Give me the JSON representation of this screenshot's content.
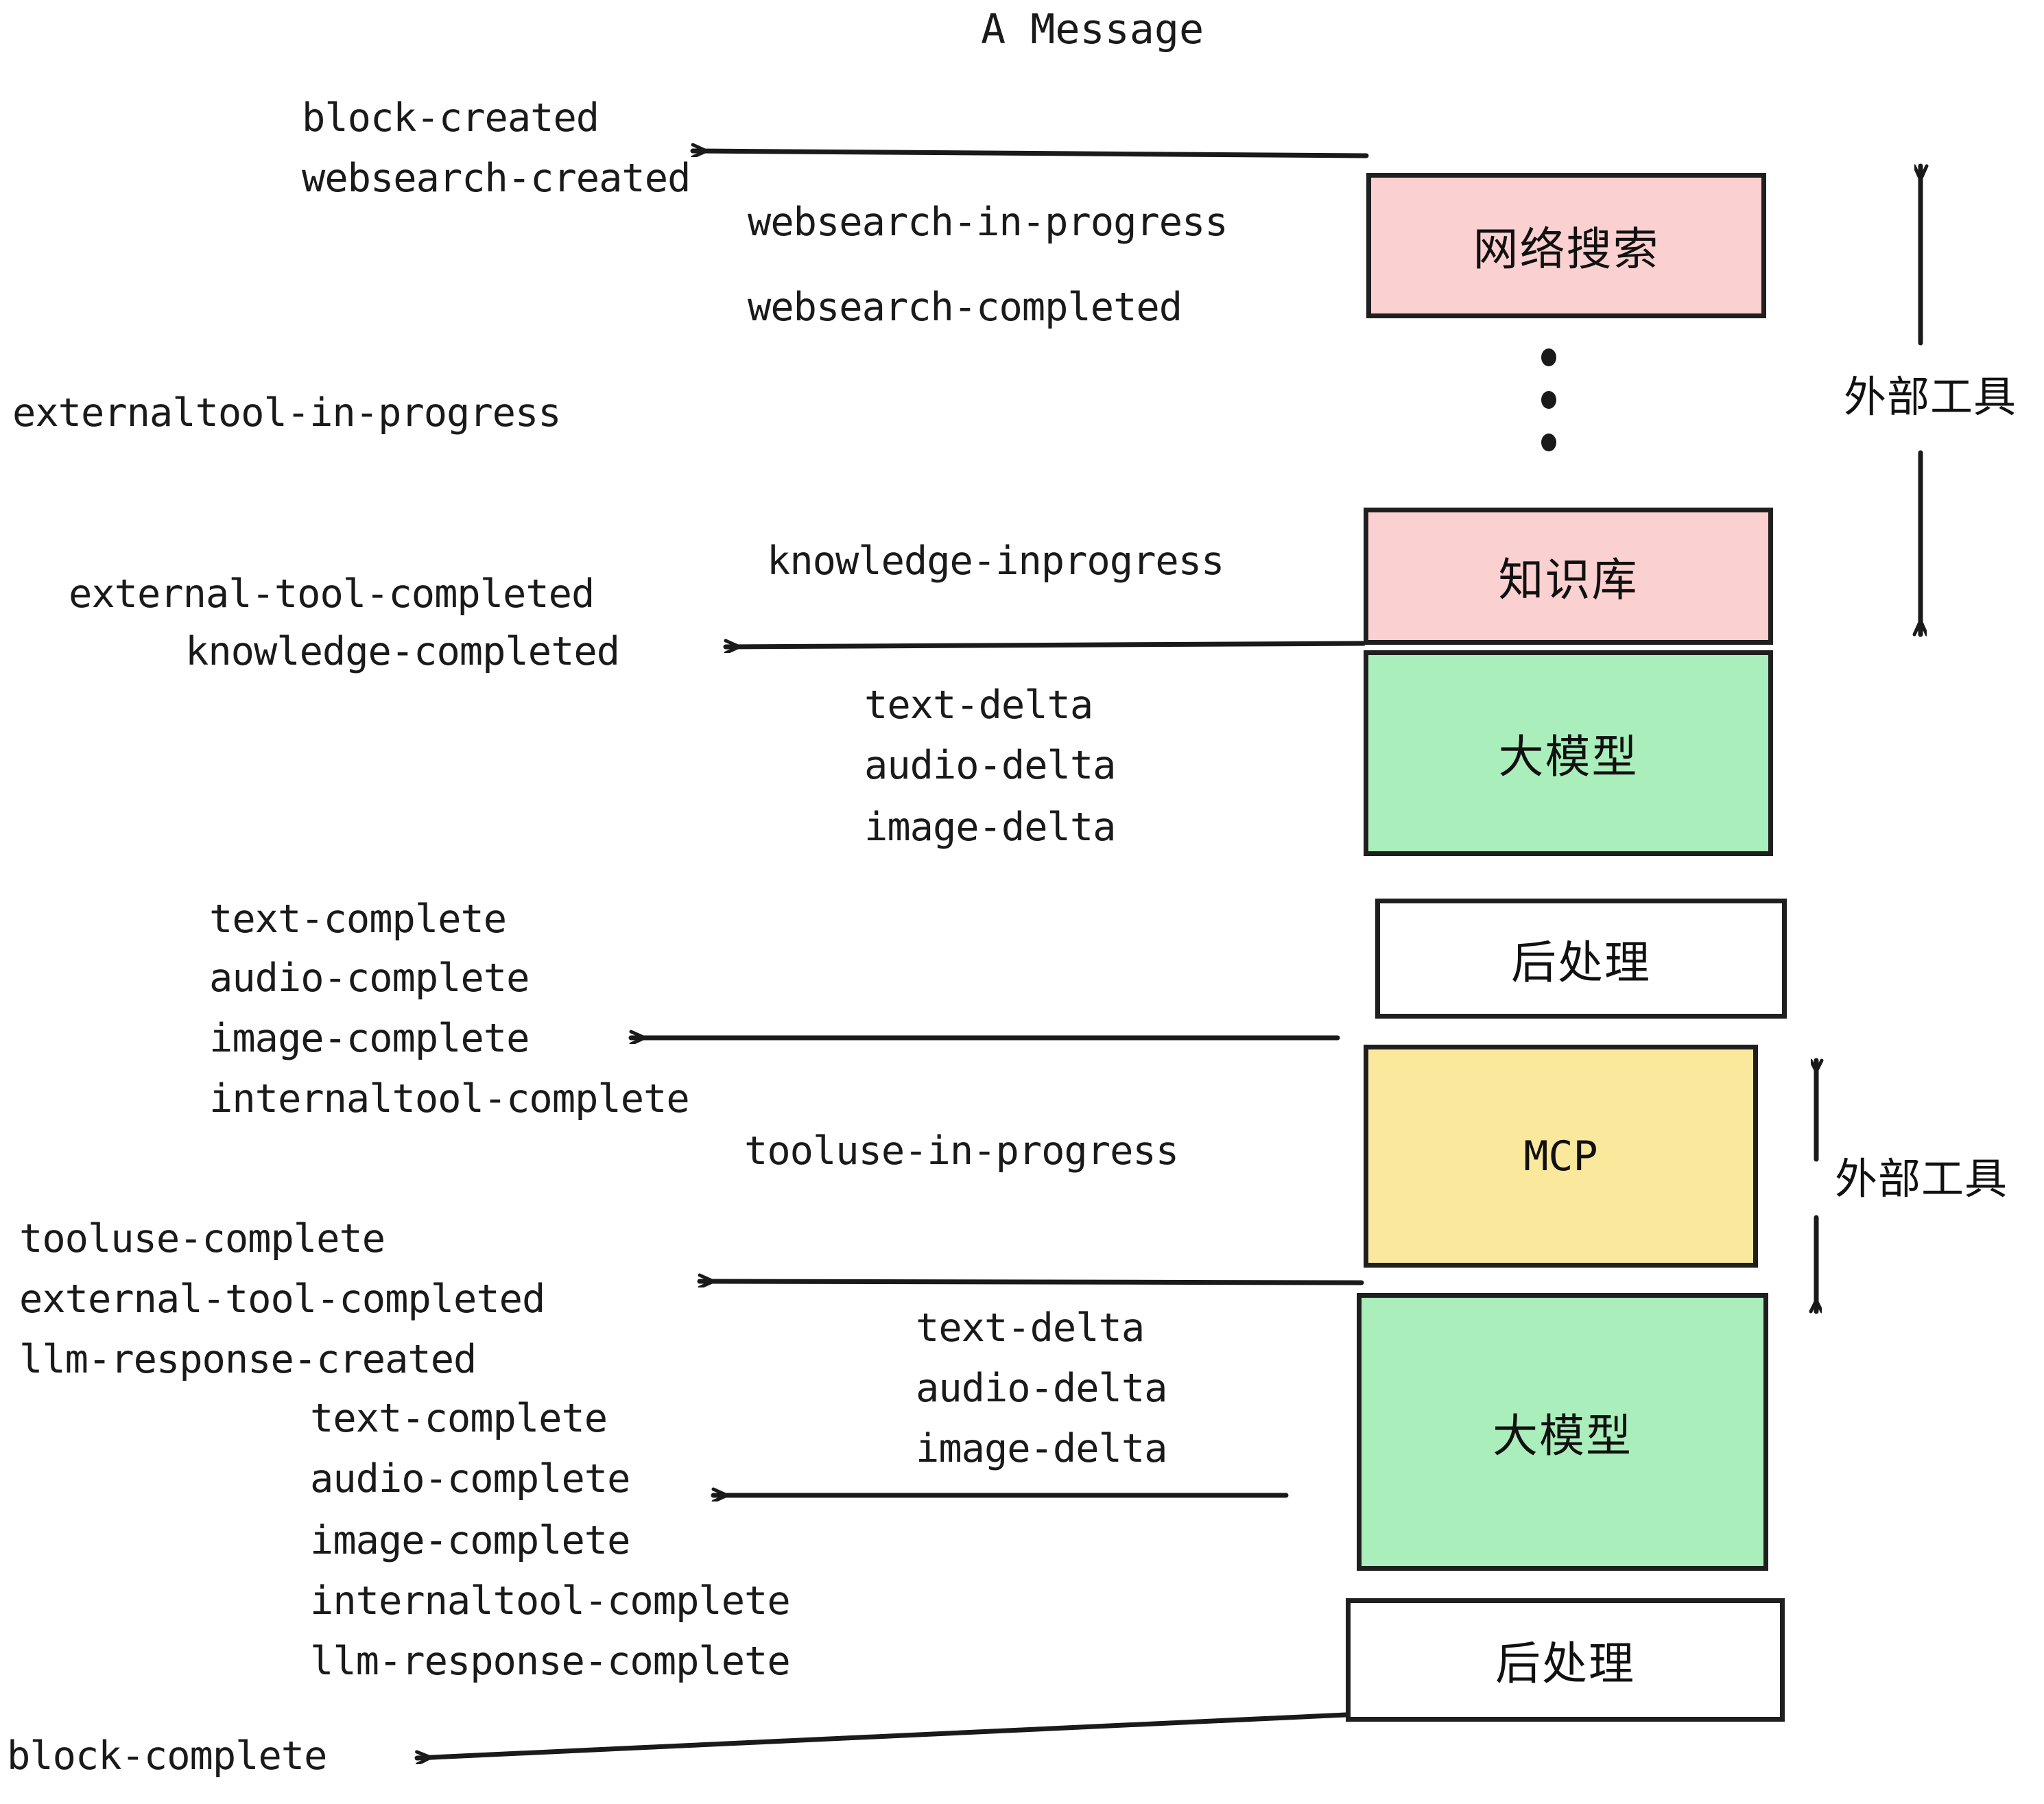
{
  "title": "A Message",
  "colors": {
    "pink": "#fbd0d0",
    "green": "#aaeebb",
    "yellow": "#fae89c",
    "white": "#ffffff",
    "stroke": "#1f1f1f",
    "text": "#1a1a1a"
  },
  "nodes": {
    "websearch": "网络搜索",
    "knowledge": "知识库",
    "llm1": "大模型",
    "postprocess1": "后处理",
    "mcp": "MCP",
    "llm2": "大模型",
    "postprocess2": "后处理"
  },
  "side_labels": {
    "external_tool_top": "外部工具",
    "external_tool_bottom": "外部工具"
  },
  "events": {
    "block_created": "block-created",
    "websearch_created": "websearch-created",
    "websearch_in_progress": "websearch-in-progress",
    "websearch_completed": "websearch-completed",
    "externaltool_in_progress": "externaltool-in-progress",
    "knowledge_inprogress": "knowledge-inprogress",
    "external_tool_completed_1": "external-tool-completed",
    "knowledge_completed": "knowledge-completed",
    "text_delta_1": "text-delta",
    "audio_delta_1": "audio-delta",
    "image_delta_1": "image-delta",
    "text_complete_1": "text-complete",
    "audio_complete_1": "audio-complete",
    "image_complete_1": "image-complete",
    "internaltool_complete_1": "internaltool-complete",
    "tooluse_in_progress": "tooluse-in-progress",
    "tooluse_complete": "tooluse-complete",
    "external_tool_completed_2": "external-tool-completed",
    "llm_response_created": "llm-response-created",
    "text_delta_2": "text-delta",
    "audio_delta_2": "audio-delta",
    "image_delta_2": "image-delta",
    "text_complete_2": "text-complete",
    "audio_complete_2": "audio-complete",
    "image_complete_2": "image-complete",
    "internaltool_complete_2": "internaltool-complete",
    "llm_response_complete": "llm-response-complete",
    "block_complete": "block-complete"
  }
}
